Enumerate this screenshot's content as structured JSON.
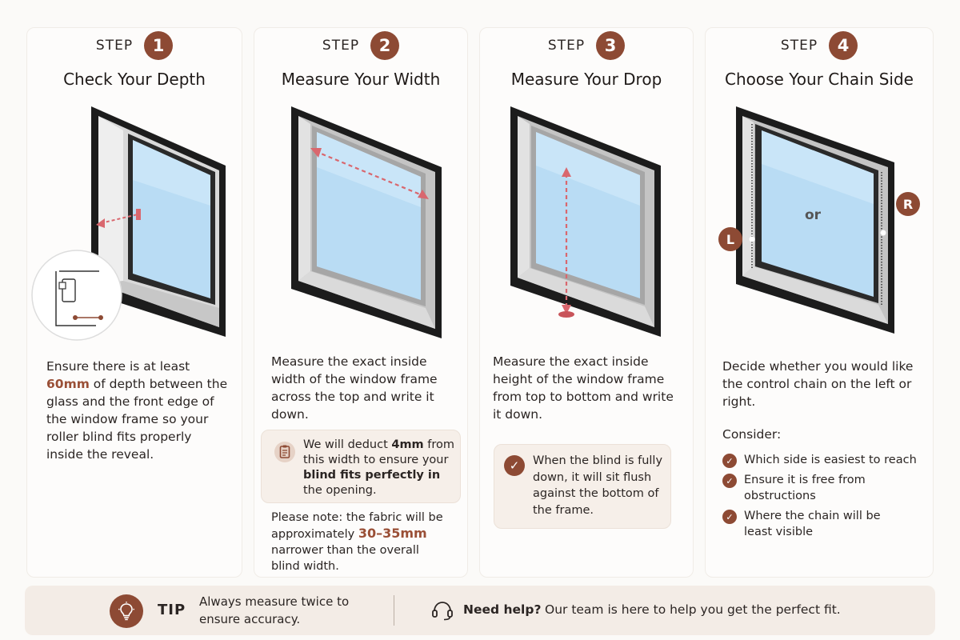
{
  "step_word": "STEP",
  "steps": [
    {
      "number": "1",
      "title": "Check Your Depth",
      "body": [
        "Ensure there is at least ",
        "60mm",
        " of depth between the glass and the front edge of the window frame so your roller blind fits properly inside the reveal."
      ]
    },
    {
      "number": "2",
      "title": "Measure Your Width",
      "body": "Measure the exact inside width of the window frame across the top and write it down.",
      "note": [
        "We will deduct ",
        "4mm",
        " from this width to ensure your ",
        "blind fits perfectly in",
        " the opening."
      ],
      "extra": [
        "Please note: the fabric will be approximately ",
        "30–35mm",
        " narrower than the overall blind width."
      ]
    },
    {
      "number": "3",
      "title": "Measure Your Drop",
      "body": "Measure the exact inside height of the window frame from top to bottom and write it down.",
      "note": "When the blind is fully down, it will sit flush against the bottom of the frame."
    },
    {
      "number": "4",
      "title": "Choose Your Chain Side",
      "body": "Decide whether you would like the control chain on the left or right.",
      "left_label": "L",
      "right_label": "R",
      "or_label": "or",
      "consider_label": "Consider:",
      "consider_items": [
        "Which side is easiest to reach",
        "Ensure it is free from obstructions",
        "Where the chain will be least visible"
      ]
    }
  ],
  "footer": {
    "tip_label": "TIP",
    "tip_text": "Always measure twice to ensure accuracy.",
    "help_label": "Need help?",
    "help_text": "Our team is here to help you get the perfect fit."
  },
  "icons": {
    "tip": "lightbulb-icon",
    "help": "headset-icon",
    "note2": "clipboard-icon",
    "note3": "check-circle-icon",
    "list": "check-circle-icon"
  },
  "colors": {
    "accent": "#8d4a34",
    "highlight_text": "#9a4f36",
    "note_bg": "#f6efe9",
    "footer_bg": "#f3ece6",
    "arrow": "#d9676e"
  }
}
